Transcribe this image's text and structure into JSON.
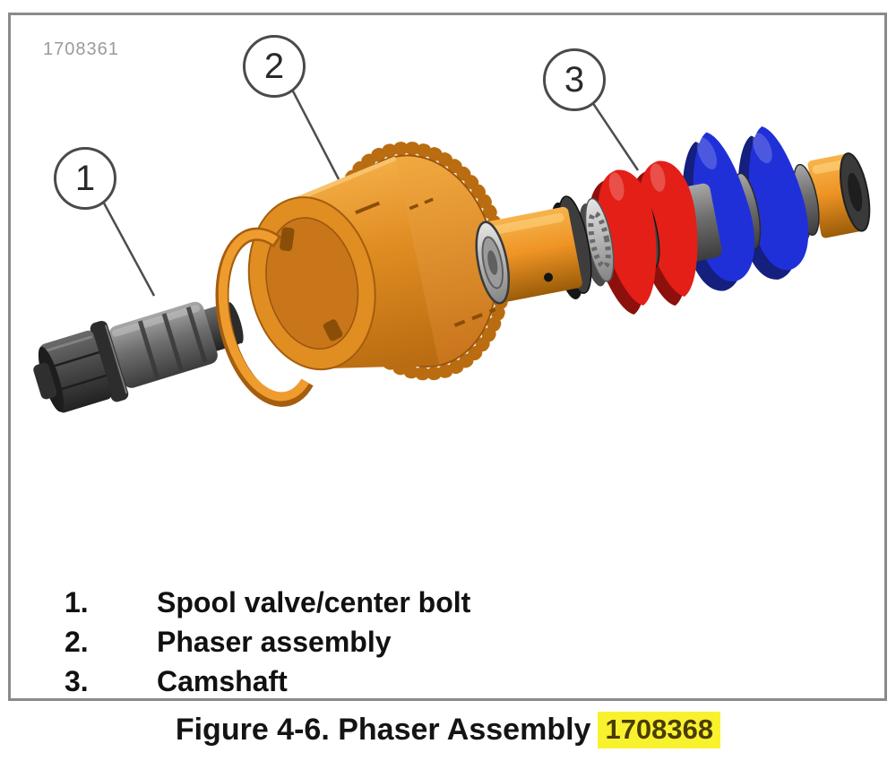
{
  "figure": {
    "watermark_id": "1708361",
    "callouts": [
      {
        "number": "1",
        "legend_number": "1.",
        "label": "Spool valve/center bolt"
      },
      {
        "number": "2",
        "legend_number": "2.",
        "label": "Phaser assembly"
      },
      {
        "number": "3",
        "legend_number": "3.",
        "label": "Camshaft"
      }
    ],
    "caption": {
      "text": "Figure 4-6. Phaser Assembly",
      "ref_id": "1708368"
    },
    "colors": {
      "phaser_orange": "#e08d22",
      "phaser_orange_dark": "#a55d0e",
      "gear_teeth_orange": "#b96c10",
      "cam_red": "#e31f17",
      "cam_red_dark": "#8c100c",
      "cam_blue": "#2030d8",
      "cam_blue_dark": "#141f7e",
      "journal_orange": "#f09a2a",
      "metal_gray": "#7a7a7a",
      "metal_dark": "#2f2f2f",
      "highlight_yellow": "#f8f22e",
      "frame_border": "#8a8a8a",
      "leader_line": "#4d4d4d"
    }
  }
}
